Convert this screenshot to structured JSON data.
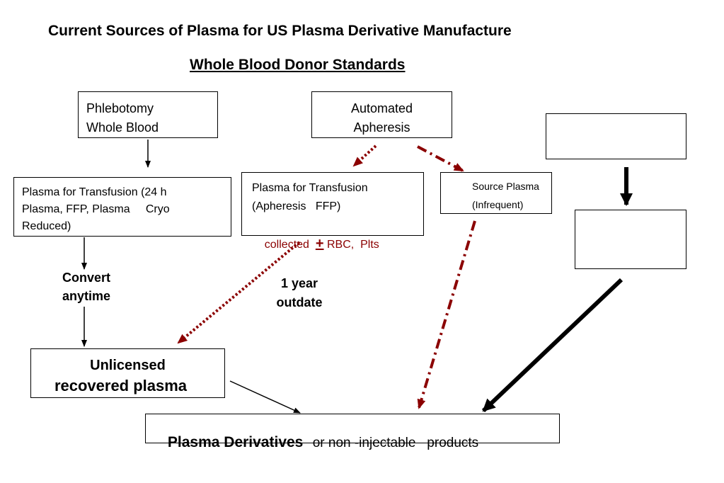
{
  "title": "Current Sources of Plasma for US Plasma Derivative Manufacture",
  "subtitle": "Whole Blood Donor Standards",
  "boxes": {
    "phlebotomy": {
      "line1": "Phlebotomy",
      "line2": "Whole Blood"
    },
    "automated": {
      "line1": "Automated",
      "line2": "Apheresis"
    },
    "plasma_transfusion": {
      "line1": "Plasma for Transfusion (24 h",
      "line2": "Plasma, FFP, Plasma     Cryo",
      "line3": "Reduced)"
    },
    "plasma_apheresis": {
      "line1": "Plasma for Transfusion",
      "line2": "(Apheresis   FFP)",
      "collected": "collected",
      "plus": "+",
      "rest": "RBC,  Plts"
    },
    "source_plasma": {
      "line1": "Source Plasma",
      "line2": "(Infrequent)"
    },
    "unlicensed": {
      "line1": "Unlicensed",
      "line2": "recovered plasma"
    },
    "derivatives": {
      "main": "Plasma Derivatives",
      "rest": "or non -injectable   products"
    }
  },
  "labels": {
    "convert": {
      "line1": "Convert",
      "line2": "anytime"
    },
    "outdate": {
      "line1": "1 year",
      "line2": "outdate"
    }
  },
  "colors": {
    "accent": "#8b0000",
    "line": "#000000"
  }
}
